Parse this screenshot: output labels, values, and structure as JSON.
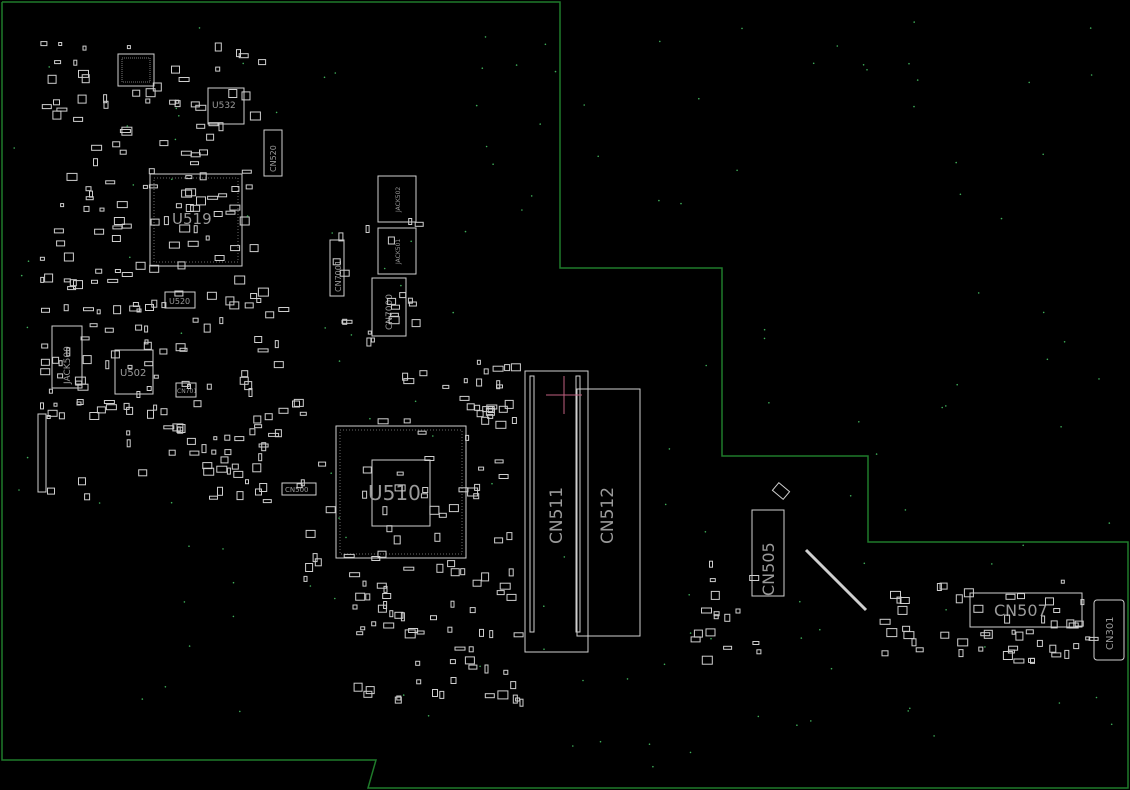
{
  "board": {
    "outline_color": "#1f7a2a",
    "background_color": "#000000",
    "component_color": "#d8d8d8",
    "label_color": "#9a9a9a"
  },
  "labels": {
    "u532": "U532",
    "cn520": "CN520",
    "u519": "U519",
    "jack502": "JACK502",
    "jack501": "JACK501",
    "cn7001": "CN7001",
    "cn7000": "CN7000",
    "u520": "U520",
    "jack500": "JACK500",
    "u502": "U502",
    "cn701": "CN701",
    "cn500": "CN500",
    "u510": "U510",
    "cn511": "CN511",
    "cn512": "CN512",
    "cn505": "CN505",
    "cn507": "CN507",
    "cn301": "CN301"
  }
}
